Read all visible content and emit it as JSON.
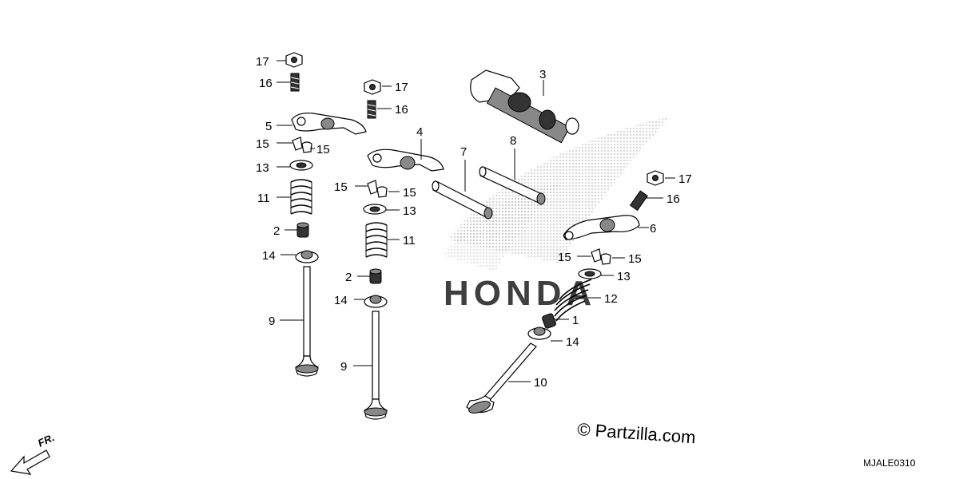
{
  "watermark": {
    "text": "HONDA"
  },
  "callouts": {
    "c17a": "17",
    "c16a": "16",
    "c5": "5",
    "c15a": "15",
    "c15b": "15",
    "c13a": "13",
    "c11a": "11",
    "c2a": "2",
    "c14a": "14",
    "c9a": "9",
    "c17b": "17",
    "c16b": "16",
    "c4": "4",
    "c15c": "15",
    "c15d": "15",
    "c13b": "13",
    "c11b": "11",
    "c2b": "2",
    "c14b": "14",
    "c9b": "9",
    "c7": "7",
    "c8": "8",
    "c3": "3",
    "c17c": "17",
    "c16c": "16",
    "c6": "6",
    "c15e": "15",
    "c15f": "15",
    "c13c": "13",
    "c12": "12",
    "c1": "1",
    "c14c": "14",
    "c10": "10"
  },
  "front_label": "FR.",
  "copyright": "© Partzilla.com",
  "diagram_code": "MJALE0310"
}
